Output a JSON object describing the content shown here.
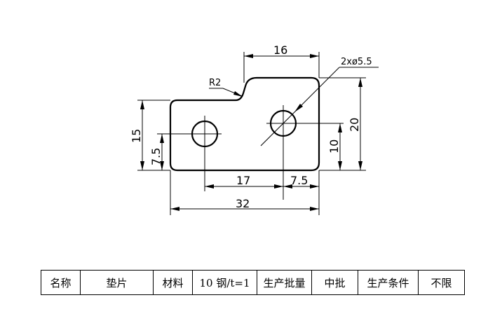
{
  "drawing": {
    "dimensions": {
      "top_width": "16",
      "hole_callout": "2xø5.5",
      "corner_radius": "R2",
      "left_height": "15",
      "hole_height_left": "7.5",
      "right_height": "20",
      "hole_height_right": "10",
      "hole_spacing": "17",
      "hole_to_edge": "7.5",
      "overall_width": "32"
    }
  },
  "table": {
    "cells": [
      "名称",
      "垫片",
      "材料",
      "10 钢/t=1",
      "生产批量",
      "中批",
      "生产条件",
      "不限"
    ]
  }
}
